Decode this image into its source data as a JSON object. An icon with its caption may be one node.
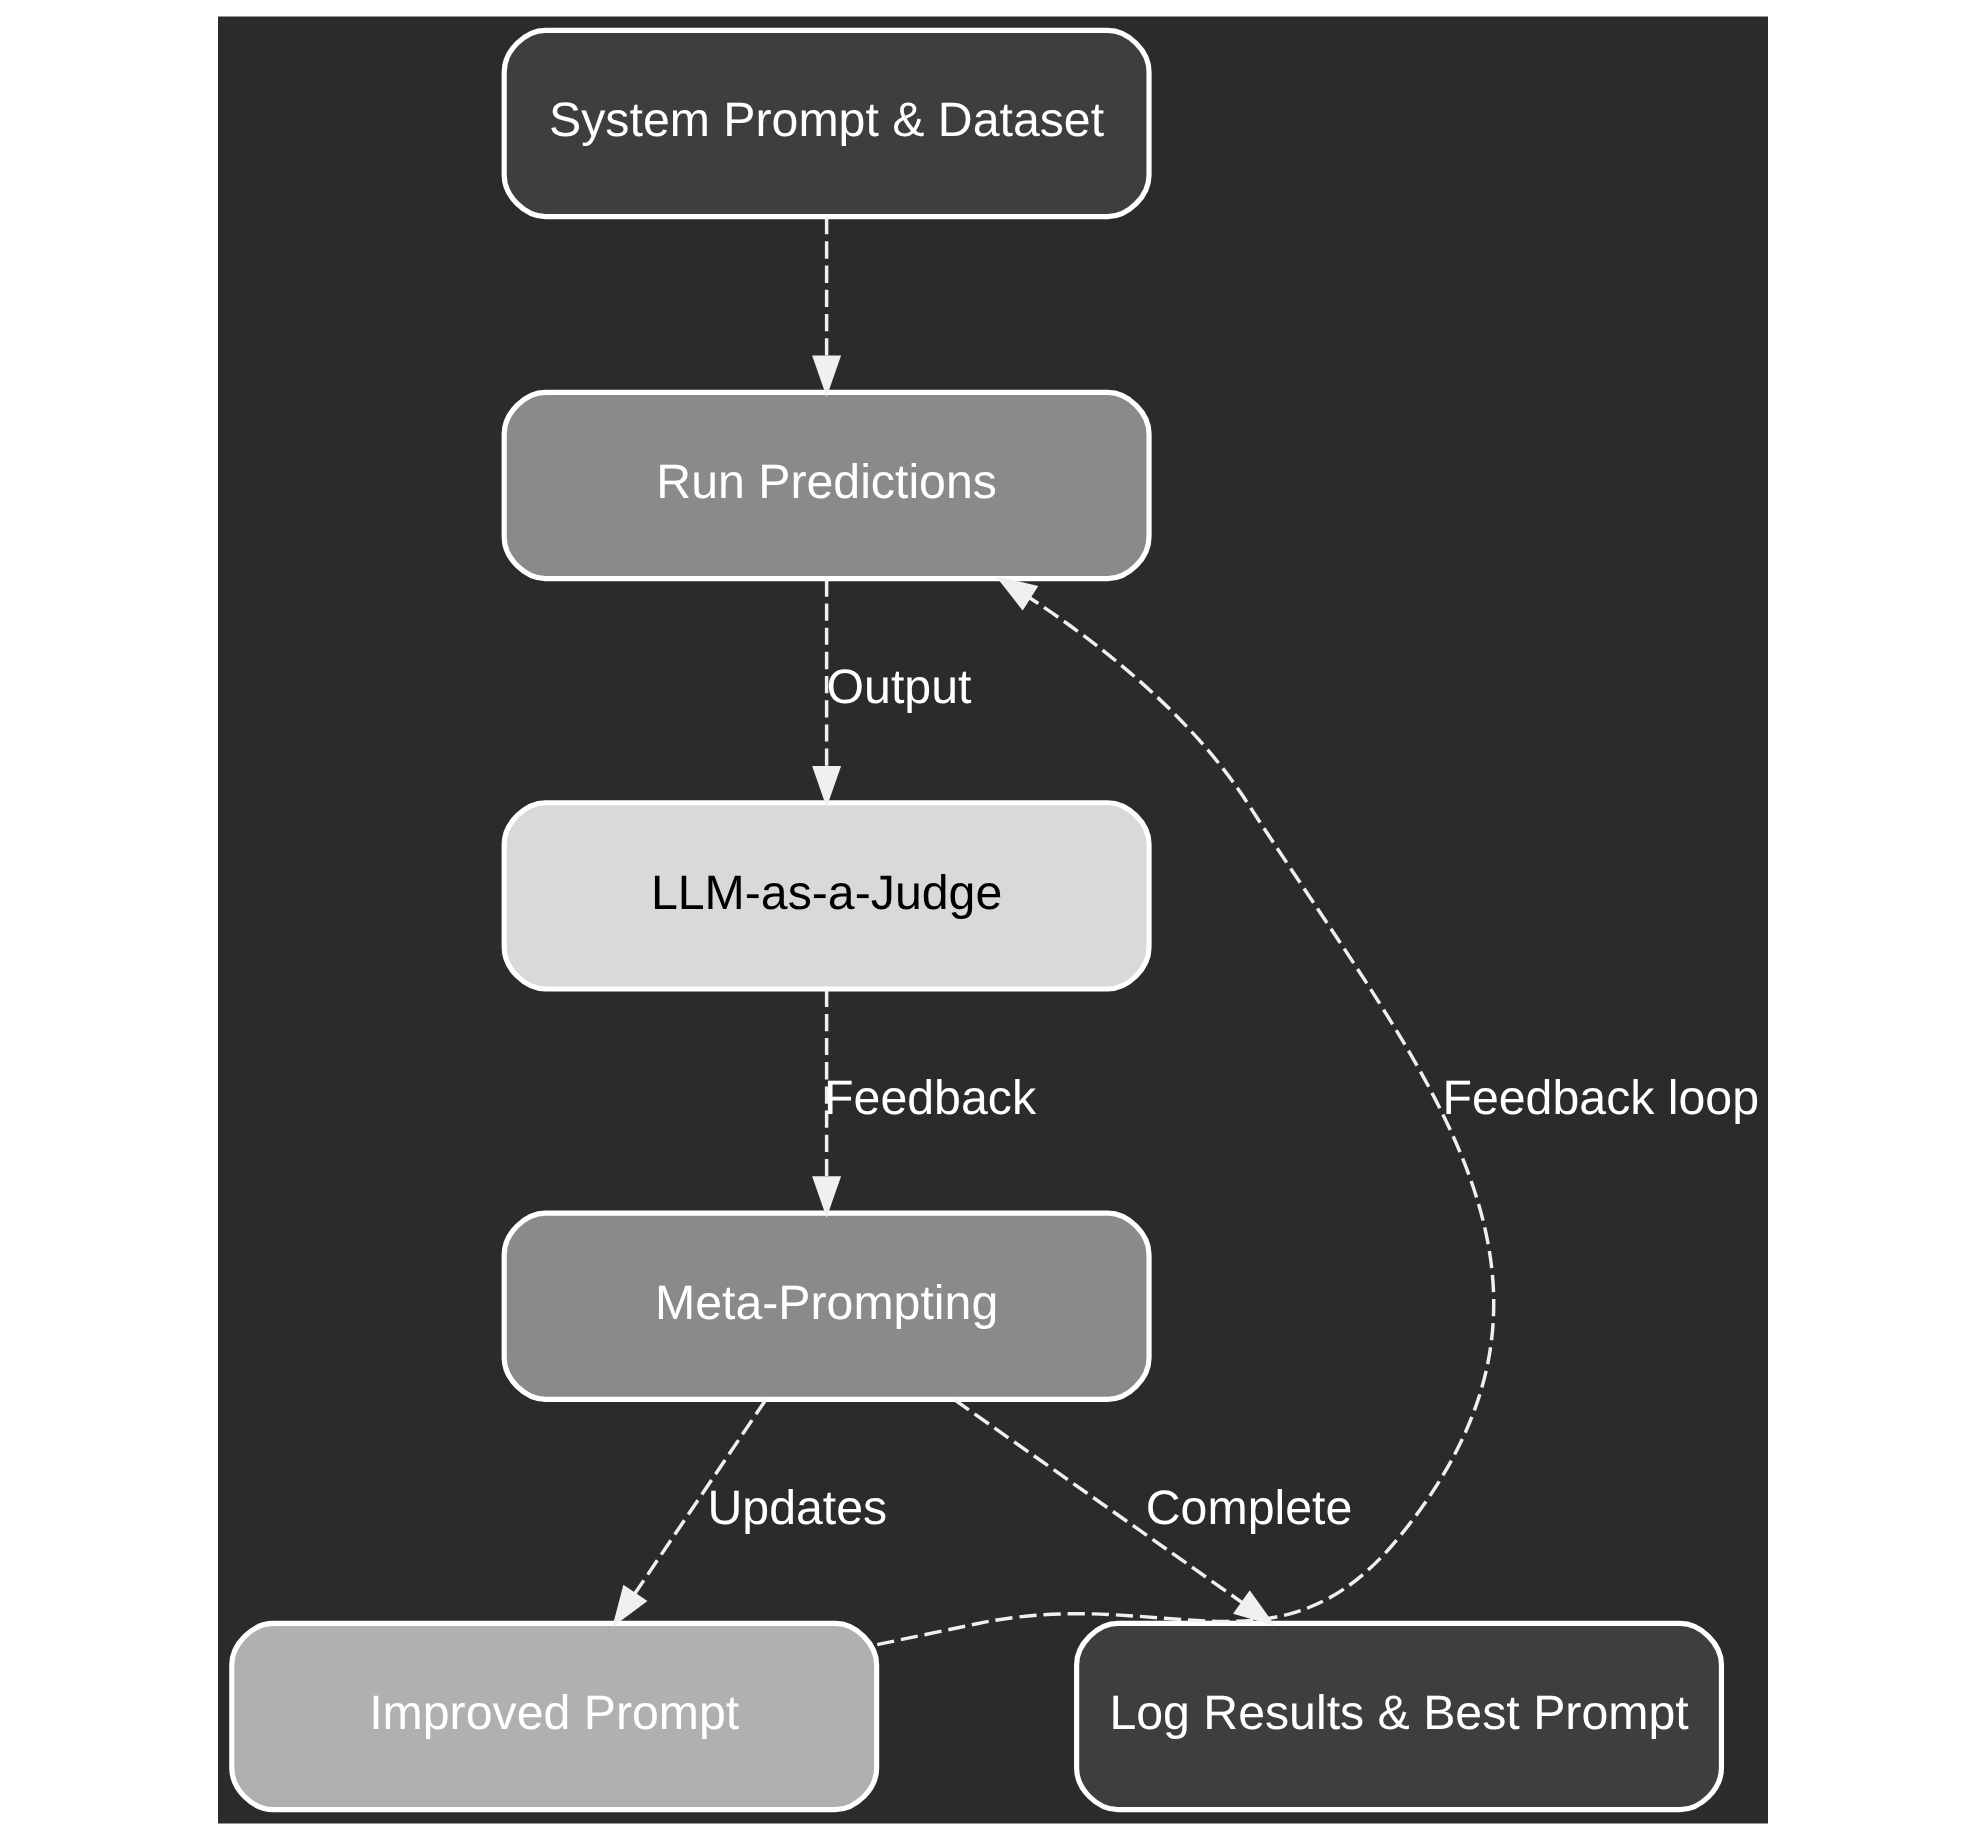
{
  "diagram": {
    "nodes": [
      {
        "text": [
          "System Prompt & Dataset"
        ]
      },
      {
        "text": [
          "Run Predictions"
        ]
      },
      {
        "text": [
          "LLM-as-a-Judge"
        ]
      },
      {
        "text": [
          "Meta-Prompting"
        ]
      },
      {
        "text": [
          "Improved Prompt"
        ]
      },
      {
        "text": [
          "Log Results & Best Prompt"
        ]
      }
    ],
    "edges": [
      {
        "from": 0,
        "to": 1,
        "arrow": "to",
        "style": "dashed"
      },
      {
        "from": 1,
        "to": 2,
        "arrow": "to",
        "style": "dashed",
        "label": "Output"
      },
      {
        "from": 2,
        "to": 3,
        "arrow": "to",
        "style": "dashed",
        "label": "Feedback"
      },
      {
        "from": 3,
        "to": 4,
        "arrow": "to",
        "style": "dashed",
        "label": "Updates"
      },
      {
        "from": 3,
        "to": 5,
        "arrow": "to",
        "style": "dashed",
        "label": "Complete"
      },
      {
        "from": 4,
        "to": 1,
        "arrow": "to",
        "style": "dashed",
        "label": "Feedback loop"
      }
    ]
  }
}
